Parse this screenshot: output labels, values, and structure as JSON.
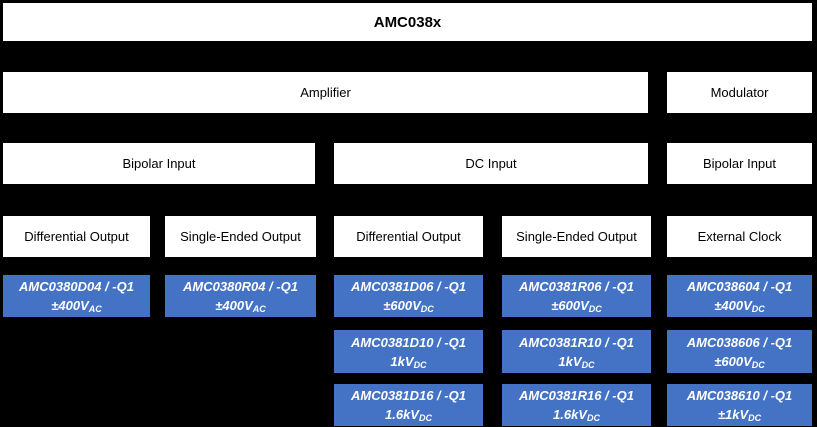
{
  "title": "AMC038x",
  "colors": {
    "background": "#000000",
    "category_box_fill": "#FFFFFF",
    "category_box_text": "#000000",
    "product_box_fill": "#4472C4",
    "product_box_text": "#FFFFFF"
  },
  "tree": {
    "function_level": [
      {
        "label": "Amplifier"
      },
      {
        "label": "Modulator"
      }
    ],
    "input_level": [
      {
        "label": "Bipolar Input"
      },
      {
        "label": "DC Input"
      },
      {
        "label": "Bipolar Input"
      }
    ],
    "output_level": [
      {
        "label": "Differential Output"
      },
      {
        "label": "Single-Ended Output"
      },
      {
        "label": "Differential Output"
      },
      {
        "label": "Single-Ended Output"
      },
      {
        "label": "External Clock"
      }
    ]
  },
  "products": [
    {
      "name": "AMC0380D04 / -Q1",
      "voltage": "±400V",
      "voltage_sub": "AC"
    },
    {
      "name": "AMC0380R04 / -Q1",
      "voltage": "±400V",
      "voltage_sub": "AC"
    },
    {
      "name": "AMC0381D06 / -Q1",
      "voltage": "±600V",
      "voltage_sub": "DC"
    },
    {
      "name": "AMC0381D10 / -Q1",
      "voltage": "1kV",
      "voltage_sub": "DC"
    },
    {
      "name": "AMC0381D16 / -Q1",
      "voltage": "1.6kV",
      "voltage_sub": "DC"
    },
    {
      "name": "AMC0381R06 / -Q1",
      "voltage": "±600V",
      "voltage_sub": "DC"
    },
    {
      "name": "AMC0381R10 / -Q1",
      "voltage": "1kV",
      "voltage_sub": "DC"
    },
    {
      "name": "AMC0381R16 / -Q1",
      "voltage": "1.6kV",
      "voltage_sub": "DC"
    },
    {
      "name": "AMC038604 / -Q1",
      "voltage": "±400V",
      "voltage_sub": "DC"
    },
    {
      "name": "AMC038606 / -Q1",
      "voltage": "±600V",
      "voltage_sub": "DC"
    },
    {
      "name": "AMC038610 / -Q1",
      "voltage": "±1kV",
      "voltage_sub": "DC"
    }
  ]
}
